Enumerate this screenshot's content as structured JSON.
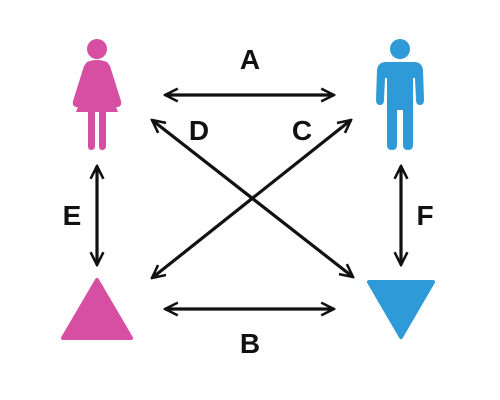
{
  "colors": {
    "female": "#d64fa2",
    "male": "#2e9ad8",
    "arrow": "#111111",
    "background": "#ffffff"
  },
  "nodes": {
    "top_left": {
      "icon": "female-person-icon",
      "color": "#d64fa2"
    },
    "top_right": {
      "icon": "male-person-icon",
      "color": "#2e9ad8"
    },
    "bottom_left": {
      "icon": "triangle-up-icon",
      "color": "#d64fa2"
    },
    "bottom_right": {
      "icon": "triangle-down-icon",
      "color": "#2e9ad8"
    }
  },
  "edges": {
    "a": {
      "label": "A",
      "from": "top_left",
      "to": "top_right",
      "direction": "both"
    },
    "b": {
      "label": "B",
      "from": "bottom_left",
      "to": "bottom_right",
      "direction": "both"
    },
    "c": {
      "label": "C",
      "from": "bottom_left",
      "to": "top_right",
      "direction": "both"
    },
    "d": {
      "label": "D",
      "from": "top_left",
      "to": "bottom_right",
      "direction": "both"
    },
    "e": {
      "label": "E",
      "from": "top_left",
      "to": "bottom_left",
      "direction": "both"
    },
    "f": {
      "label": "F",
      "from": "top_right",
      "to": "bottom_right",
      "direction": "both"
    }
  }
}
